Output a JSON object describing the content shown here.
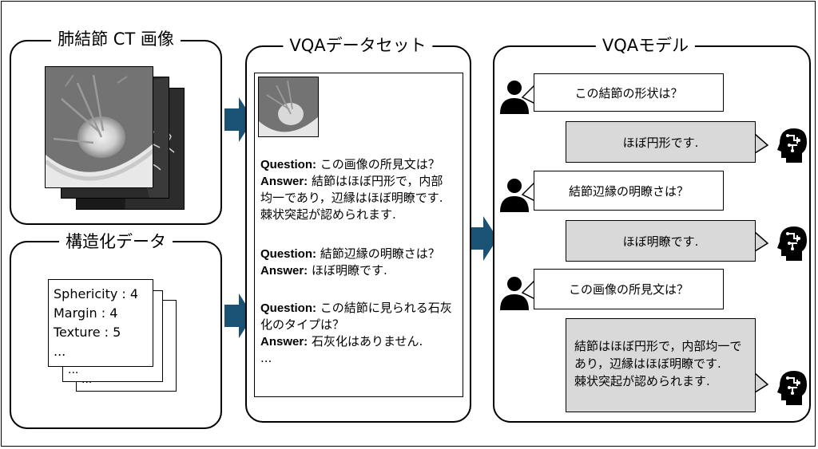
{
  "frame": {
    "border_color": "#000000"
  },
  "panels": {
    "ct": {
      "title": "肺結節 CT 画像"
    },
    "struct": {
      "title": "構造化データ",
      "lines": [
        "Sphericity : 4",
        "Margin : 4",
        "Texture : 5",
        "..."
      ],
      "back_dots": [
        "...",
        "..."
      ]
    },
    "dataset": {
      "title": "VQAデータセット",
      "qa": [
        {
          "q_label": "Question:",
          "q": "この画像の所見文は？",
          "a_label": "Answer:",
          "a_lines": [
            "結節はほぼ円形で，内部",
            "均一であり，辺縁はほぼ明瞭です.",
            "棘状突起が認められます."
          ]
        },
        {
          "q_label": "Question:",
          "q": "結節辺縁の明瞭さは？",
          "a_label": "Answer:",
          "a_lines": [
            "ほぼ明瞭です."
          ]
        },
        {
          "q_label": "Question:",
          "q_lines": [
            "この結節に見られる石灰",
            "化のタイプは？"
          ],
          "a_label": "Answer:",
          "a_lines": [
            "石灰化はありません."
          ]
        }
      ],
      "trailing": "..."
    },
    "model": {
      "title": "VQAモデル",
      "chat": [
        {
          "role": "user",
          "text": "この結節の形状は？"
        },
        {
          "role": "model",
          "text": "ほぼ円形です."
        },
        {
          "role": "user",
          "text": "結節辺縁の明瞭さは？"
        },
        {
          "role": "model",
          "text": "ほぼ明瞭です."
        },
        {
          "role": "user",
          "text": "この画像の所見文は？"
        },
        {
          "role": "model",
          "lines": [
            "結節はほぼ円形で，内部均一で",
            "あり，辺縁はほぼ明瞭です.",
            "棘状突起が認められます."
          ]
        }
      ]
    }
  },
  "icons": {
    "person": "person-icon",
    "ai": "ai-head-icon",
    "arrow": "arrow-right-icon",
    "ct": "ct-scan-image"
  },
  "colors": {
    "arrow": "#1a5276",
    "bot_bubble": "#d9d9d9",
    "user_bubble": "#ffffff"
  }
}
